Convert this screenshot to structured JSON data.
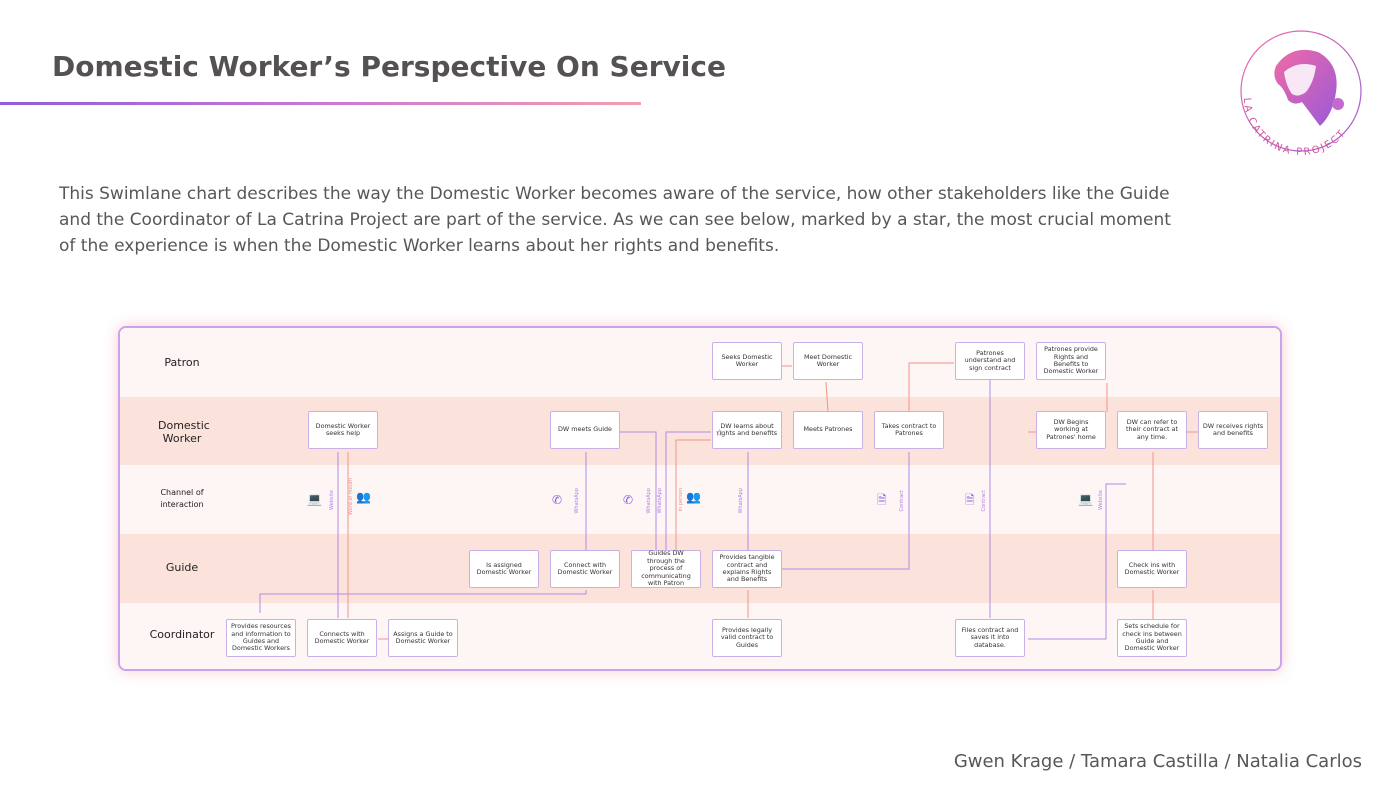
{
  "title": "Domestic Worker’s Perspective On Service",
  "intro": "This Swimlane chart describes the way the Domestic Worker becomes aware of the service, how other stakeholders like the Guide and the Coordinator of La Catrina Project are part of the service. As we can see below, marked by a star, the most crucial moment of the experience is when the Domestic Worker learns about her rights and benefits.",
  "logo_text": "LA CATRINA PROJECT",
  "credits": "Gwen Krage / Tamara Castilla / Natalia Carlos",
  "lanes": {
    "patron": "Patron",
    "domestic_worker": "Domestic Worker",
    "channel": "Channel of interaction",
    "guide": "Guide",
    "coordinator": "Coordinator"
  },
  "cards": {
    "patron": {
      "seeks": "Seeks Domestic Worker",
      "meet": "Meet Domestic Worker",
      "understand": "Patrones understand and sign contract",
      "provide": "Patrones provide Rights and Benefits to Domestic Worker"
    },
    "dw": {
      "seeks_help": "Domestic Worker seeks help",
      "meets_guide": "DW meets Guide",
      "learns": "DW learns about rights and benefits",
      "meets_patrones": "Meets Patrones",
      "takes_contract": "Takes contract to Patrones",
      "begins": "DW Begins working at Patrones' home",
      "refer": "DW can refer to their contract at any time.",
      "receives": "DW receives rights and benefits"
    },
    "guide": {
      "assigned": "Is assigned Domestic Worker",
      "connect": "Connect with Domestic Worker",
      "guides": "Guides DW through the process of communicating with Patron",
      "provides": "Provides tangible contract and explains Rights and Benefits",
      "checkins": "Check ins with Domestic Worker"
    },
    "coordinator": {
      "resources": "Provides resources and information to Guides and Domestic Workers",
      "connects": "Connects with Domestic Worker",
      "assigns": "Assigns a Guide to Domestic Worker",
      "legal": "Provides legally valid contract to Guides",
      "files": "Files contract and saves it into database.",
      "schedule": "Sets schedule for check ins between Guide and Domestic Worker"
    }
  },
  "channel_labels": {
    "website": "Website",
    "word_of_mouth": "Word of mouth",
    "whatsapp": "WhatsApp",
    "in_person": "In person",
    "contract": "Contract"
  },
  "icons": [
    "laptop-icon",
    "people-icon",
    "whatsapp-icon",
    "document-icon",
    "star-icon"
  ],
  "colors": {
    "accent_purple": "#9b6be0",
    "accent_pink": "#f28c8c",
    "lane_pink": "#fbe3dc",
    "star": "#e8527a"
  }
}
